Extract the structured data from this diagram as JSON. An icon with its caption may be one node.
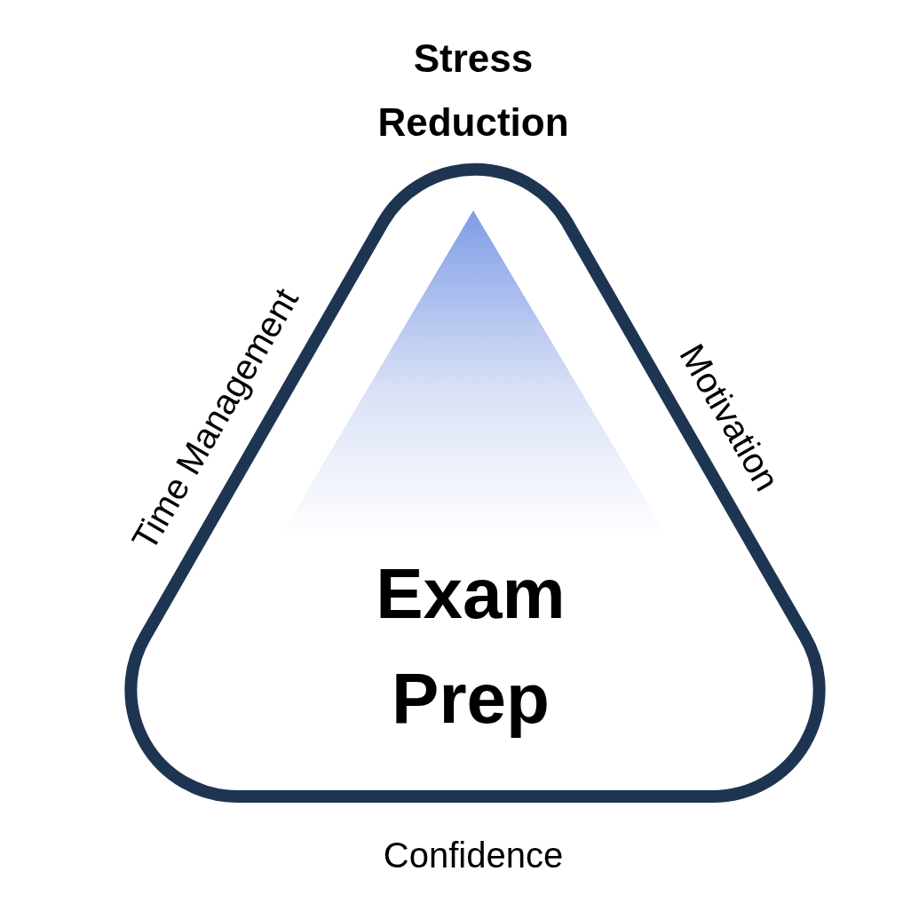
{
  "diagram": {
    "nodes": [
      {
        "text": [
          "Exam Prep"
        ]
      }
    ],
    "edges": [],
    "labels": [
      "Stress Reduction",
      "Time Management",
      "Motivation",
      "Confidence"
    ]
  }
}
